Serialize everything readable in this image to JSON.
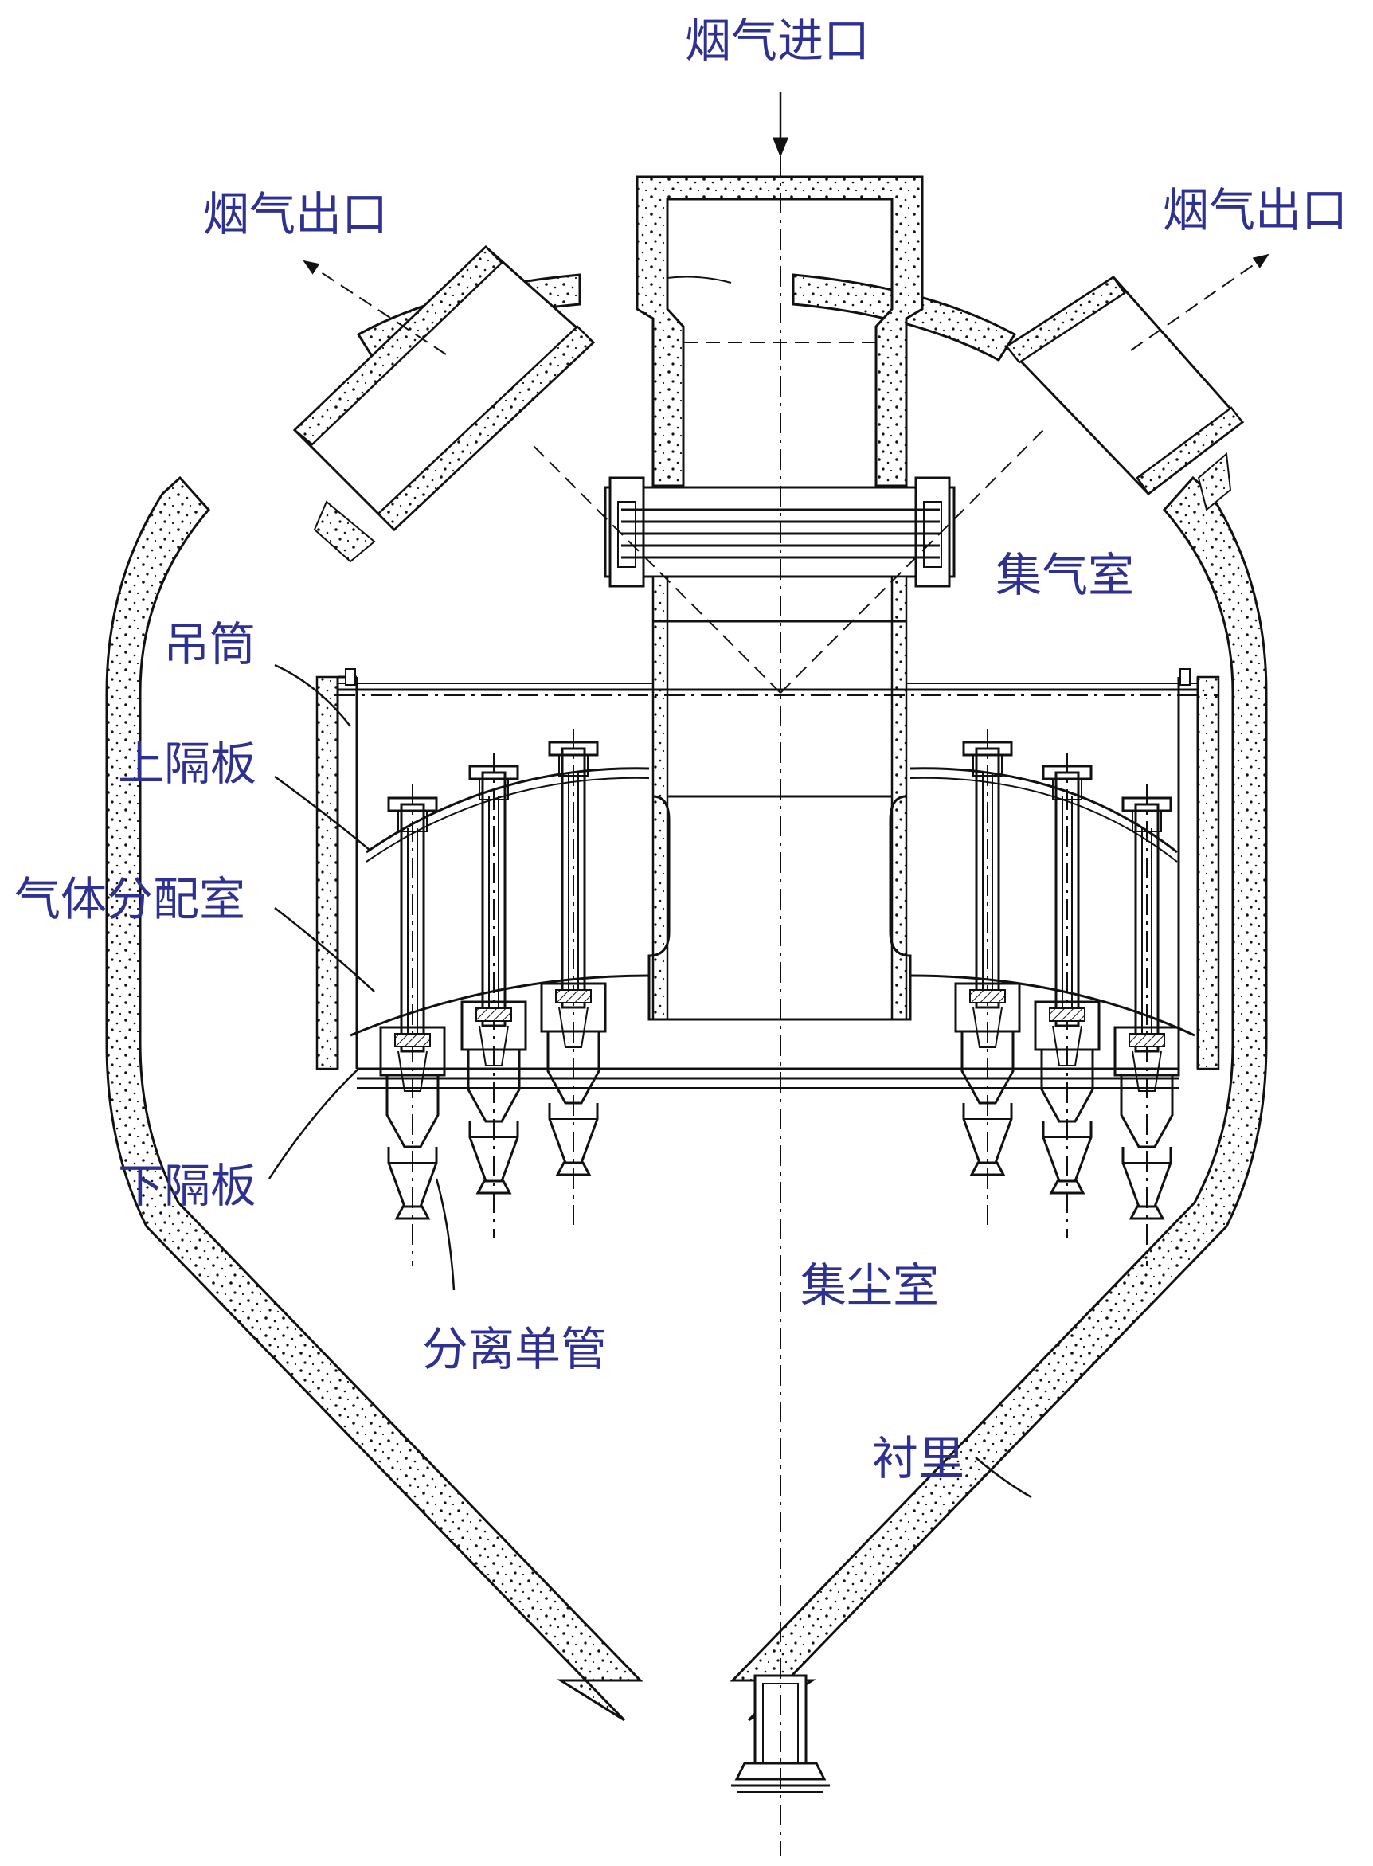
{
  "labels": {
    "flue_gas_inlet": "烟气进口",
    "flue_gas_outlet_left": "烟气出口",
    "flue_gas_outlet_right": "烟气出口",
    "gas_collection_chamber": "集气室",
    "hanging_cylinder": "吊筒",
    "upper_partition": "上隔板",
    "gas_distribution_chamber": "气体分配室",
    "lower_partition": "下隔板",
    "separation_tube": "分离单管",
    "dust_collection_chamber": "集尘室",
    "lining": "衬里"
  },
  "colors": {
    "label_text": "#2e3190",
    "drawing_lines": "#111111"
  }
}
